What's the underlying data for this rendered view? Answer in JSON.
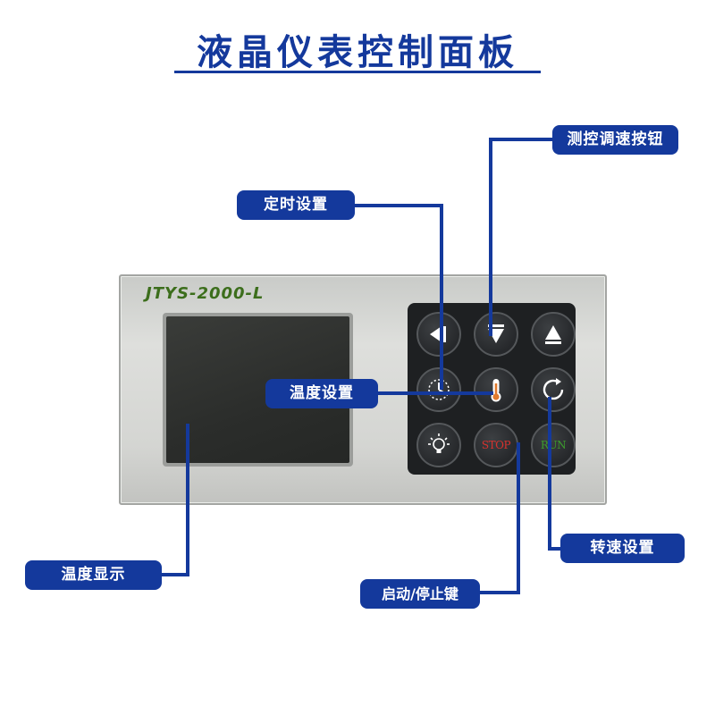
{
  "title": "液晶仪表控制面板",
  "device": {
    "model": "JTYS-2000-L",
    "keys": [
      {
        "name": "key-left",
        "icon": "triangle-left-icon"
      },
      {
        "name": "key-down",
        "icon": "triangle-down-icon"
      },
      {
        "name": "key-up",
        "icon": "triangle-up-icon"
      },
      {
        "name": "key-timer",
        "icon": "clock-dial-icon"
      },
      {
        "name": "key-temperature",
        "icon": "thermometer-icon"
      },
      {
        "name": "key-speed",
        "icon": "rotation-icon"
      },
      {
        "name": "key-light",
        "icon": "lightbulb-icon"
      },
      {
        "name": "key-stop",
        "label": "STOP"
      },
      {
        "name": "key-run",
        "label": "RUN"
      }
    ]
  },
  "callouts": {
    "speed_adjust": "测控调速按钮",
    "timer": "定时设置",
    "temperature_set": "温度设置",
    "temperature_display": "温度显示",
    "rotation_speed": "转速设置",
    "start_stop": "启动/停止键"
  },
  "colors": {
    "accent": "#14399c",
    "stop": "#d8322e",
    "run": "#3c9c2c",
    "thermometer": "#e07a2e"
  }
}
